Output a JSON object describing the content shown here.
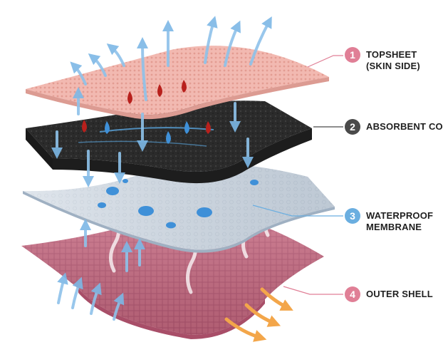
{
  "colors": {
    "topsheet": "#f2b9b1",
    "core": "#2a2a2a",
    "membrane": "#cdd7e1",
    "shell": "#c86a82",
    "badge_1": "#e07f96",
    "badge_2": "#4a4a4a",
    "badge_3": "#6aaee0",
    "badge_4": "#e07f96",
    "air_arrow": "#8ec2ea",
    "heat_arrow": "#f3a64a",
    "blood_drop": "#b8201c",
    "water_drop": "#3f90d8"
  },
  "layers": [
    {
      "number": "1",
      "lines": [
        "TOPSHEET",
        "(SKIN SIDE)"
      ]
    },
    {
      "number": "2",
      "lines": [
        "ABSORBENT CORE"
      ]
    },
    {
      "number": "3",
      "lines": [
        "WATERPROOF",
        "MEMBRANE"
      ]
    },
    {
      "number": "4",
      "lines": [
        "OUTER SHELL"
      ]
    }
  ]
}
